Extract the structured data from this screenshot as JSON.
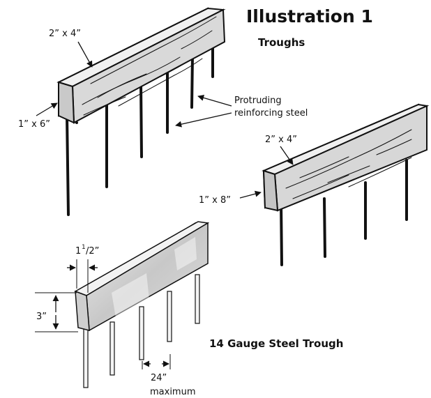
{
  "title": "Illustration 1",
  "subtitle": "Troughs",
  "wood_trough_1": {
    "top_board": "2” x 4”",
    "side_board": "1” x 6”",
    "steel_note_line1": "Protruding",
    "steel_note_line2": "reinforcing steel"
  },
  "wood_trough_2": {
    "top_board": "2” x 4”",
    "side_board": "1” x 8”"
  },
  "steel_trough": {
    "width_whole": "1",
    "width_num": "1",
    "width_den": "/2”",
    "height": "3”",
    "spacing": "24”",
    "spacing_note": "maximum",
    "caption": "14 Gauge Steel Trough"
  }
}
